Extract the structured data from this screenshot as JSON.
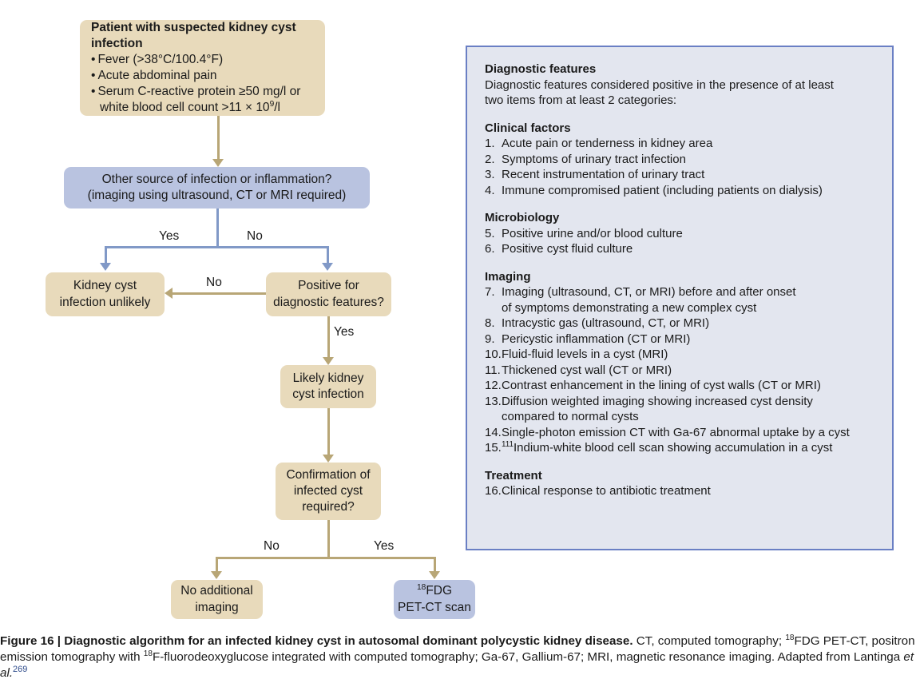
{
  "flowchart": {
    "nodes": {
      "patient": {
        "title": "Patient with suspected kidney cyst infection",
        "bullets": [
          "Fever (>38°C/100.4°F)",
          "Acute abdominal pain",
          "Serum C-reactive protein ≥50 mg/l or",
          "white blood cell count >11 × 10⁹/l"
        ],
        "bullet1": "Fever (>38°C/100.4°F)",
        "bullet2": "Acute abdominal pain",
        "bullet3": "Serum C-reactive protein ≥50 mg/l or",
        "bullet3_cont_pre": "white blood cell count >11 × 10",
        "bullet3_sup": "9",
        "bullet3_cont_post": "/l"
      },
      "other_source": {
        "line1": "Other source of infection or inflammation?",
        "line2": "(imaging using ultrasound, CT or MRI required)"
      },
      "unlikely": {
        "line1": "Kidney cyst",
        "line2": "infection unlikely"
      },
      "positive_features": {
        "line1": "Positive for",
        "line2": "diagnostic features?"
      },
      "likely": {
        "line1": "Likely kidney",
        "line2": "cyst infection"
      },
      "confirmation": {
        "line1": "Confirmation of",
        "line2": "infected cyst",
        "line3": "required?"
      },
      "no_imaging": {
        "line1": "No additional",
        "line2": "imaging"
      },
      "pet_ct": {
        "sup": "18",
        "line1": "FDG",
        "line2": "PET-CT scan"
      }
    },
    "edge_labels": {
      "other_source_yes": "Yes",
      "other_source_no": "No",
      "features_no": "No",
      "features_yes": "Yes",
      "confirmation_no": "No",
      "confirmation_yes": "Yes"
    },
    "colors": {
      "tan_fill": "#e8dabb",
      "blue_fill": "#b9c3e0",
      "tan_connector": "#b8a676",
      "blue_connector": "#8199c7"
    }
  },
  "features_panel": {
    "heading": "Diagnostic features",
    "intro_line1": "Diagnostic features considered positive in the presence of at least",
    "intro_line2": "two items from at least 2 categories:",
    "categories": [
      {
        "name": "Clinical factors",
        "items": [
          {
            "num": "1.",
            "text": "Acute pain or tenderness in kidney area"
          },
          {
            "num": "2.",
            "text": "Symptoms of urinary tract infection"
          },
          {
            "num": "3.",
            "text": "Recent instrumentation of urinary tract"
          },
          {
            "num": "4.",
            "text": "Immune compromised patient (including patients on dialysis)"
          }
        ]
      },
      {
        "name": "Microbiology",
        "items": [
          {
            "num": "5.",
            "text": "Positive urine and/or blood culture"
          },
          {
            "num": "6.",
            "text": "Positive cyst fluid culture"
          }
        ]
      },
      {
        "name": "Imaging",
        "items": [
          {
            "num": "7.",
            "text": "Imaging (ultrasound, CT, or MRI) before and after onset",
            "cont": "of symptoms demonstrating a new complex cyst"
          },
          {
            "num": "8.",
            "text": "Intracystic gas (ultrasound, CT, or MRI)"
          },
          {
            "num": "9.",
            "text": "Pericystic inflammation (CT or MRI)"
          },
          {
            "num": "10.",
            "text": "Fluid-fluid levels in a cyst (MRI)"
          },
          {
            "num": "11.",
            "text": "Thickened cyst wall (CT or MRI)"
          },
          {
            "num": "12.",
            "text": "Contrast enhancement in the lining of cyst walls (CT or MRI)"
          },
          {
            "num": "13.",
            "text": "Diffusion weighted imaging showing increased cyst density",
            "cont": "compared to normal cysts"
          },
          {
            "num": "14.",
            "text": "Single-photon emission CT with Ga-67 abnormal uptake by a cyst"
          },
          {
            "num": "15.",
            "sup": "111",
            "text": "Indium-white blood cell scan showing accumulation in a cyst"
          }
        ]
      },
      {
        "name": "Treatment",
        "items": [
          {
            "num": "16.",
            "text": "Clinical response to antibiotic treatment"
          }
        ]
      }
    ],
    "colors": {
      "background": "#e3e6ef",
      "border": "#6a7fc4"
    }
  },
  "caption": {
    "figure_label": "Figure 16",
    "separator": " | ",
    "title": "Diagnostic algorithm for an infected kidney cyst in autosomal dominant polycystic kidney disease.",
    "body_part1": " CT, computed tomography; ",
    "sup1": "18",
    "body_part2": "FDG PET-CT, positron emission tomography with ",
    "sup2": "18",
    "body_part3": "F-fluorodeoxyglucose integrated with computed tomography; Ga-67, Gallium-67; MRI, magnetic resonance imaging. Adapted from Lantinga ",
    "italic_part": "et al.",
    "reference": "269"
  }
}
